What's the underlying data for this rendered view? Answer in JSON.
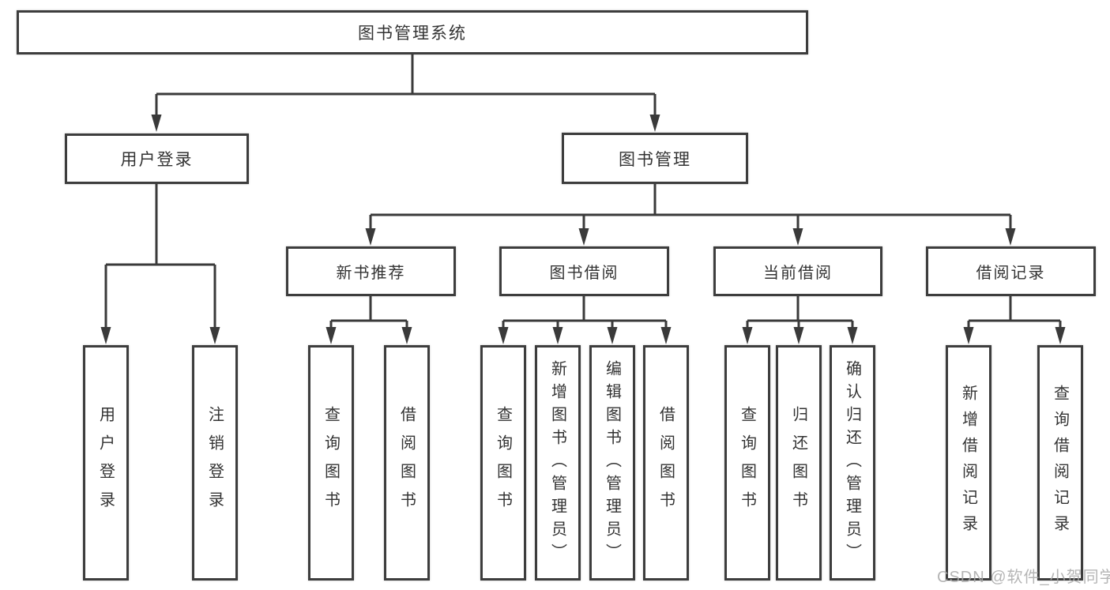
{
  "colors": {
    "line": "#3a3a3a",
    "box_border": "#3d3d3d",
    "text": "#333333",
    "background": "#ffffff",
    "watermark": "#a9a9a9"
  },
  "watermark": {
    "text": "CSDN @软件_小贺同学"
  },
  "tree": {
    "root": {
      "label": "图书管理系统",
      "children": [
        {
          "label": "用户登录",
          "children": [
            {
              "label": "用户登录"
            },
            {
              "label": "注销登录"
            }
          ]
        },
        {
          "label": "图书管理",
          "children": [
            {
              "label": "新书推荐",
              "children": [
                {
                  "label": "查询图书"
                },
                {
                  "label": "借阅图书"
                }
              ]
            },
            {
              "label": "图书借阅",
              "children": [
                {
                  "label": "查询图书"
                },
                {
                  "label": "新增图书（管理员）"
                },
                {
                  "label": "编辑图书（管理员）"
                },
                {
                  "label": "借阅图书"
                }
              ]
            },
            {
              "label": "当前借阅",
              "children": [
                {
                  "label": "查询图书"
                },
                {
                  "label": "归还图书"
                },
                {
                  "label": "确认归还（管理员）"
                }
              ]
            },
            {
              "label": "借阅记录",
              "children": [
                {
                  "label": "新增借阅记录"
                },
                {
                  "label": "查询借阅记录"
                }
              ]
            }
          ]
        }
      ]
    }
  }
}
